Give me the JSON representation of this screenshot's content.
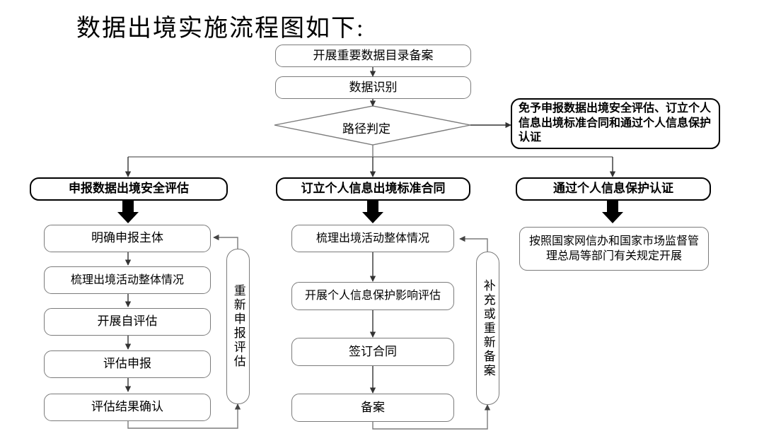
{
  "title": "数据出境实施流程图如下:",
  "flow": {
    "top": [
      {
        "id": "record-filing",
        "label": "开展重要数据目录备案"
      },
      {
        "id": "data-identification",
        "label": "数据识别"
      }
    ],
    "decision": {
      "id": "path-decision",
      "label": "路径判定"
    },
    "exempt": {
      "id": "exempt-box",
      "label": "免予申报数据出境安全评估、订立个人信息出境标准合同和通过个人信息保护认证"
    },
    "branches": [
      {
        "id": "branch-security-assessment",
        "header": "申报数据出境安全评估",
        "steps": [
          "明确申报主体",
          "梳理出境活动整体情况",
          "开展自评估",
          "评估申报",
          "评估结果确认"
        ],
        "feedback": "重新申报评估"
      },
      {
        "id": "branch-standard-contract",
        "header": "订立个人信息出境标准合同",
        "steps": [
          "梳理出境活动整体情况",
          "开展个人信息保护影响评估",
          "签订合同",
          "备案"
        ],
        "feedback": "补充或重新备案"
      },
      {
        "id": "branch-certification",
        "header": "通过个人信息保护认证",
        "steps": [
          "按照国家网信办和国家市场监督管理总局等部门有关规定开展"
        ],
        "feedback": ""
      }
    ]
  },
  "colors": {
    "line": "#7b7b7b",
    "heavy_line": "#000000",
    "text": "#000000",
    "background": "#ffffff"
  }
}
